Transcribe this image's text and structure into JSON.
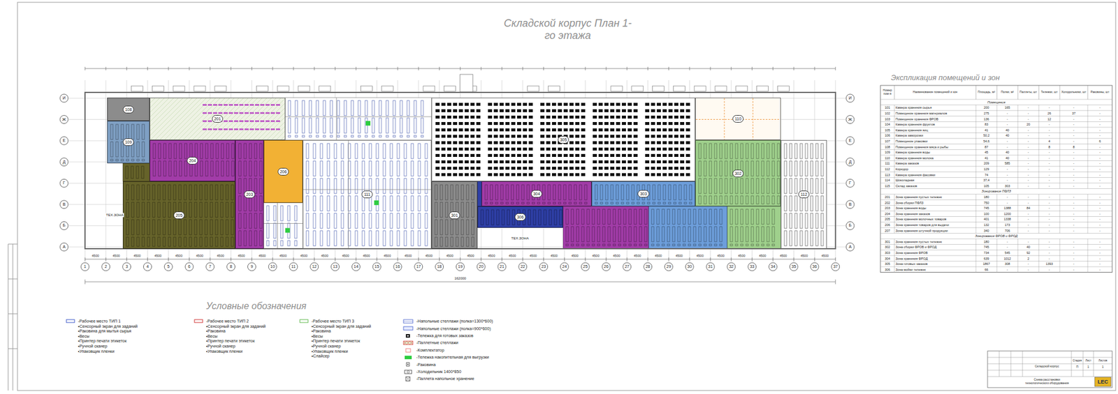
{
  "diagram": {
    "title": "Складской корпус План 1-го этажа",
    "nodes": [
      {
        "text": [
          "108"
        ]
      },
      {
        "text": [
          "109"
        ]
      },
      {
        "text": [
          "201"
        ]
      },
      {
        "text": [
          "204"
        ]
      },
      {
        "text": [
          "203"
        ]
      },
      {
        "text": [
          "206"
        ]
      },
      {
        "text": [
          "205"
        ]
      },
      {
        "text": [
          "111"
        ]
      },
      {
        "text": [
          "305"
        ]
      },
      {
        "text": [
          "301"
        ]
      },
      {
        "text": [
          "304"
        ]
      },
      {
        "text": [
          "306"
        ]
      },
      {
        "text": [
          "303"
        ]
      },
      {
        "text": [
          "302"
        ]
      },
      {
        "text": [
          "110"
        ]
      },
      {
        "text": [
          "112"
        ]
      }
    ],
    "labels": [
      "1",
      "2",
      "3",
      "4",
      "5",
      "6",
      "7",
      "8",
      "9",
      "10",
      "11",
      "12",
      "13",
      "14",
      "15",
      "16",
      "17",
      "18",
      "19",
      "20",
      "21",
      "22",
      "23",
      "24",
      "25",
      "26",
      "27",
      "28",
      "29",
      "30",
      "31",
      "32",
      "33",
      "34",
      "35",
      "36",
      "37",
      "И",
      "Ж",
      "Е",
      "Д",
      "Г",
      "В",
      "Б",
      "А",
      "И",
      "Ж",
      "Е",
      "Д",
      "Г",
      "В",
      "Б",
      "А",
      "4500",
      "4500",
      "4500",
      "4500",
      "4500",
      "4500",
      "4500",
      "4500",
      "4500",
      "4500",
      "4500",
      "4500",
      "4500",
      "4500",
      "4500",
      "4500",
      "4500",
      "4500",
      "4500",
      "4500",
      "4500",
      "4500",
      "4500",
      "4500",
      "4500",
      "4500",
      "4500",
      "4500",
      "4500",
      "4500",
      "4500",
      "4500",
      "4500",
      "4500",
      "4500",
      "4500",
      "162000",
      "ТЕХ.ЗОНА",
      "ТЕХ.ЗОНА",
      "Условные обозначения",
      "Экспликация помещений и зон",
      "Номер пом-я",
      "Наименование помещений и зон",
      "Площадь, м²",
      "Полки, м²",
      "Паллеты, шт",
      "Тележки, шт",
      "Холодильники, шт",
      "Раковины, шт",
      "Помещения",
      "101",
      "Камера хранения сырья",
      "200",
      "165",
      "-",
      "-",
      "-",
      "-",
      "102",
      "Помещение хранения материалов",
      "275",
      "-",
      "-",
      "26",
      "37",
      "-",
      "103",
      "Помещение хранения ФРОВ",
      "136",
      "-",
      "-",
      "12",
      "-",
      "-",
      "104",
      "Камера хранения фруктов",
      "83",
      "-",
      "20",
      "-",
      "-",
      "-",
      "105",
      "Камера хранения яиц",
      "41",
      "40",
      "-",
      "-",
      "-",
      "-",
      "106",
      "Камера заморозки",
      "50,2",
      "40",
      "-",
      "-",
      "-",
      "-",
      "107",
      "Помещение упаковки",
      "54,6",
      "-",
      "-",
      "4",
      "-",
      "6",
      "108",
      "Помещение хранения мяса и рыбы",
      "87",
      "-",
      "-",
      "8",
      "8",
      "-",
      "109",
      "Камера хранения воды",
      "45",
      "40",
      "-",
      "-",
      "-",
      "-",
      "110",
      "Камера хранения молока",
      "41",
      "40",
      "-",
      "-",
      "-",
      "-",
      "111",
      "Камера заказов",
      "209",
      "585",
      "-",
      "-",
      "-",
      "-",
      "112",
      "Коридор",
      "129",
      "-",
      "-",
      "-",
      "-",
      "-",
      "113",
      "Камера хранения фасовки",
      "74",
      "-",
      "-",
      "-",
      "-",
      "-",
      "114",
      "Шоколадная",
      "37,4",
      "-",
      "-",
      "-",
      "-",
      "-",
      "115",
      "Склад заказов",
      "105",
      "303",
      "-",
      "-",
      "-",
      "-",
      "Зонирование ПФЛЗ",
      "201",
      "Зона хранения пустых тележек",
      "180",
      "-",
      "-",
      "-",
      "-",
      "-",
      "202",
      "Зона сборки ПФЛЗ",
      "750",
      "-",
      "-",
      "-",
      "-",
      "-",
      "203",
      "Зона хранения воды",
      "745",
      "1388",
      "84",
      "-",
      "-",
      "-",
      "204",
      "Зона хранения заказов",
      "100",
      "1200",
      "-",
      "-",
      "-",
      "-",
      "205",
      "Зона хранения молочных товаров",
      "401",
      "1338",
      "-",
      "-",
      "-",
      "-",
      "206",
      "Зона хранения товаров для выдачи",
      "132",
      "173",
      "-",
      "-",
      "-",
      "-",
      "207",
      "Зона хранения штучной продукции",
      "340",
      "706",
      "-",
      "-",
      "-",
      "-",
      "Зонирование ФРОВ и ФРОД",
      "301",
      "Зона хранения пустых тележек",
      "180",
      "-",
      "-",
      "-",
      "-",
      "-",
      "302",
      "Зона сборки ФРОВ и ФРОД",
      "745",
      "-",
      "40",
      "-",
      "-",
      "-",
      "303",
      "Зона хранения ФРОВ",
      "734",
      "545",
      "92",
      "-",
      "-",
      "-",
      "304",
      "Зона хранения ФРОД",
      "639",
      "1012",
      "2",
      "-",
      "-",
      "-",
      "305",
      "Зона готовых заказов",
      "1867",
      "308",
      "-",
      "1393",
      "-",
      "-",
      "306",
      "Зона мойки тележек",
      "66",
      "-",
      "-",
      "-",
      "-",
      "-",
      "Складской корпус",
      "Схема расстановки технологического оборудования",
      "Стадия",
      "Лист",
      "Листов",
      "П",
      "1",
      "1",
      "LEC"
    ],
    "legend": [
      {
        "text": "-Рабочее место ТИП 1"
      },
      {
        "text": "•Сенсорный экран для заданий"
      },
      {
        "text": "•Раковина для мытья сырья"
      },
      {
        "text": "•Весы"
      },
      {
        "text": "•Принтер печати этикеток"
      },
      {
        "text": "•Ручной сканер"
      },
      {
        "text": "•Упаковщик пленки"
      },
      {
        "text": "-Рабочее место ТИП 2"
      },
      {
        "text": "•Сенсорный экран для заданий"
      },
      {
        "text": "•Раковина"
      },
      {
        "text": "•Весы"
      },
      {
        "text": "•Принтер печати этикеток"
      },
      {
        "text": "•Ручной сканер"
      },
      {
        "text": "•Упаковщик пленки"
      },
      {
        "text": "-Рабочее место ТИП 3"
      },
      {
        "text": "•Сенсорный экран для заданий"
      },
      {
        "text": "•Раковина"
      },
      {
        "text": "•Весы"
      },
      {
        "text": "•Принтер печати этикеток"
      },
      {
        "text": "•Ручной сканер"
      },
      {
        "text": "•Упаковщик пленки"
      },
      {
        "text": "•Слайсер"
      },
      {
        "text": "-Напольные стеллажи (полка=1300*600)"
      },
      {
        "text": "-Напольные стеллажи (полка=900*600)"
      },
      {
        "text": "-Тележка для готовых заказов"
      },
      {
        "text": "-Паллетные стеллажи"
      },
      {
        "text": "-Комплектатор"
      },
      {
        "text": "-Тележка накопительная для выгрузки",
        "color": "#2ecc40"
      },
      {
        "text": "-Раковина"
      },
      {
        "text": "-Холодильник 1400*850"
      },
      {
        "text": "-Паллета напольное хранение"
      }
    ]
  }
}
